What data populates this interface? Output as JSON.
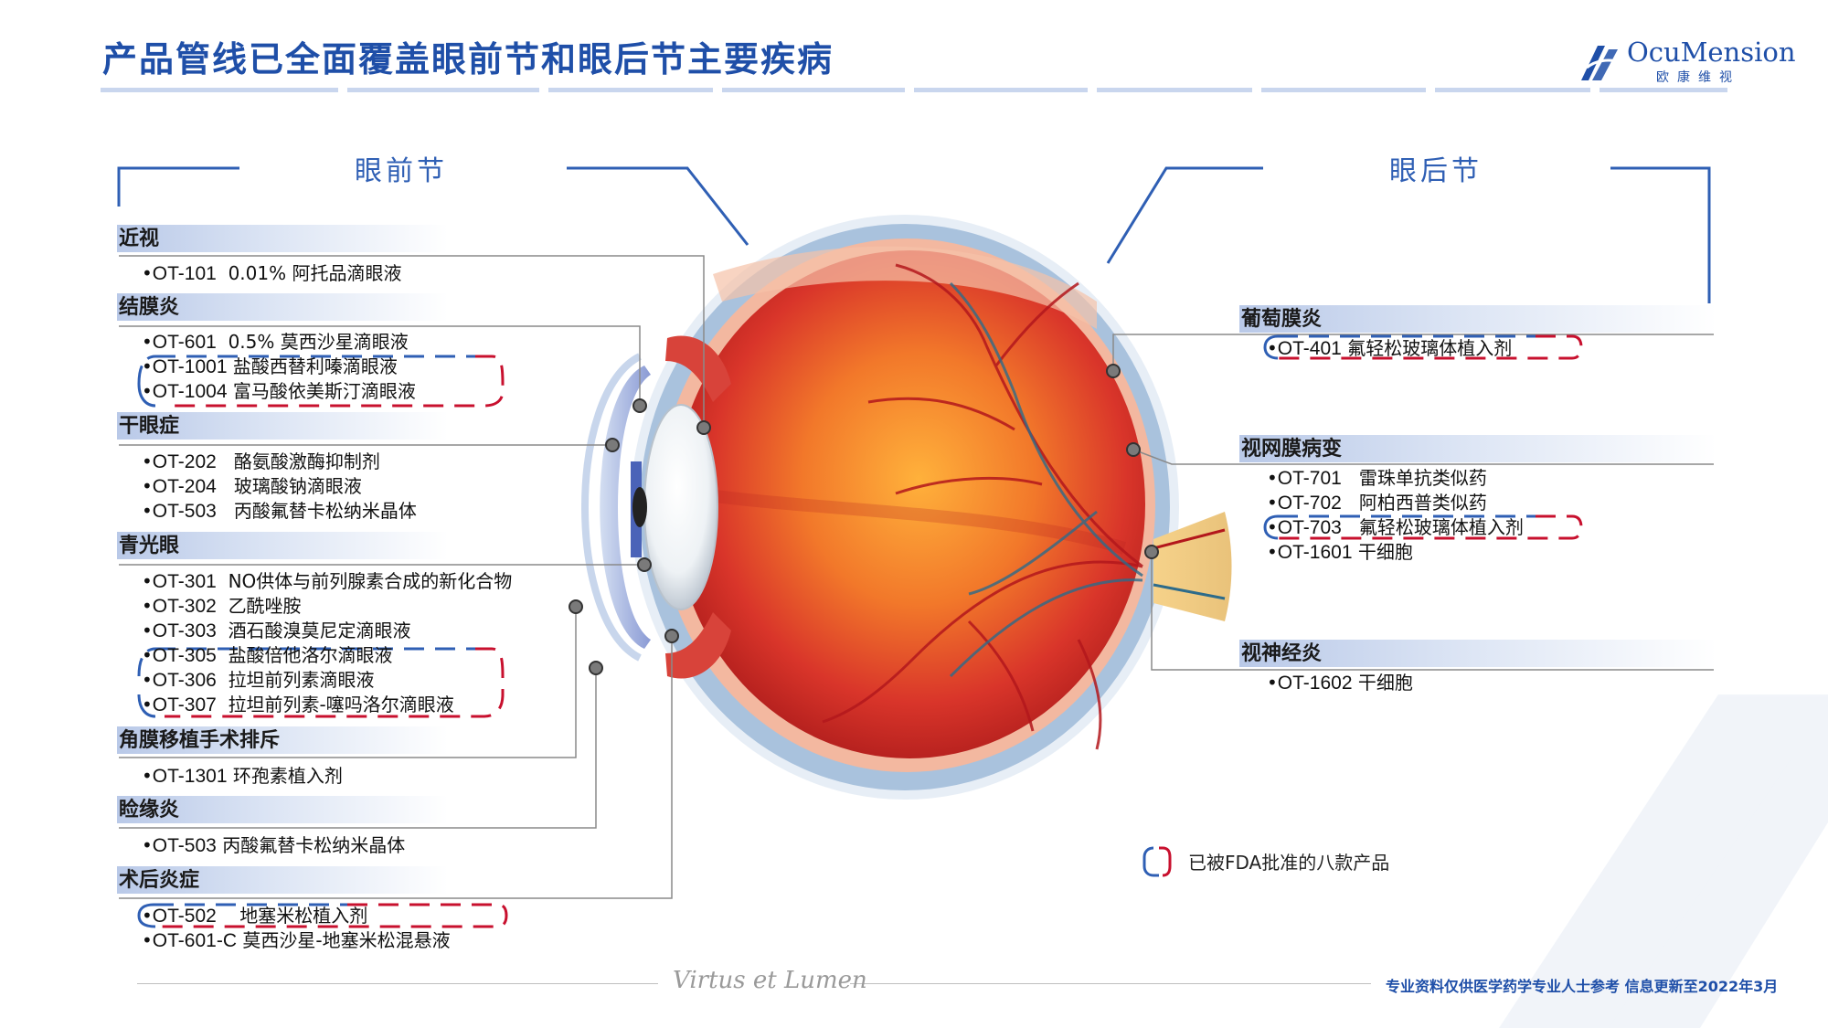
{
  "header": {
    "title": "产品管线已全面覆盖眼前节和眼后节主要疾病",
    "logo_text": "OcuMension",
    "logo_sub": "欧康维视"
  },
  "anterior": {
    "title": "眼前节",
    "groups": [
      {
        "disease": "近视",
        "items": [
          {
            "code": "OT-101",
            "desc": "0.01% 阿托品滴眼液"
          }
        ]
      },
      {
        "disease": "结膜炎",
        "items": [
          {
            "code": "OT-601",
            "desc": "0.5% 莫西沙星滴眼液"
          },
          {
            "code": "OT-1001",
            "desc": "盐酸西替利嗪滴眼液"
          },
          {
            "code": "OT-1004",
            "desc": "富马酸依美斯汀滴眼液"
          }
        ]
      },
      {
        "disease": "干眼症",
        "items": [
          {
            "code": "OT-202",
            "desc": "酪氨酸激酶抑制剂"
          },
          {
            "code": "OT-204",
            "desc": "玻璃酸钠滴眼液"
          },
          {
            "code": "OT-503",
            "desc": "丙酸氟替卡松纳米晶体"
          }
        ]
      },
      {
        "disease": "青光眼",
        "items": [
          {
            "code": "OT-301",
            "desc": "NO供体与前列腺素合成的新化合物"
          },
          {
            "code": "OT-302",
            "desc": "乙酰唑胺"
          },
          {
            "code": "OT-303",
            "desc": "酒石酸溴莫尼定滴眼液"
          },
          {
            "code": "OT-305",
            "desc": "盐酸倍他洛尔滴眼液"
          },
          {
            "code": "OT-306",
            "desc": "拉坦前列素滴眼液"
          },
          {
            "code": "OT-307",
            "desc": "拉坦前列素-噻吗洛尔滴眼液"
          }
        ]
      },
      {
        "disease": "角膜移植手术排斥",
        "items": [
          {
            "code": "OT-1301",
            "desc": "环孢素植入剂"
          }
        ]
      },
      {
        "disease": "睑缘炎",
        "items": [
          {
            "code": "OT-503",
            "desc": "丙酸氟替卡松纳米晶体"
          }
        ]
      },
      {
        "disease": "术后炎症",
        "items": [
          {
            "code": "OT-502",
            "desc": "地塞米松植入剂"
          },
          {
            "code": "OT-601-C",
            "desc": "莫西沙星-地塞米松混悬液"
          }
        ]
      }
    ]
  },
  "posterior": {
    "title": "眼后节",
    "groups": [
      {
        "disease": "葡萄膜炎",
        "items": [
          {
            "code": "OT-401",
            "desc": "氟轻松玻璃体植入剂"
          }
        ]
      },
      {
        "disease": "视网膜病变",
        "items": [
          {
            "code": "OT-701",
            "desc": "雷珠单抗类似药"
          },
          {
            "code": "OT-702",
            "desc": "阿柏西普类似药"
          },
          {
            "code": "OT-703",
            "desc": "氟轻松玻璃体植入剂"
          },
          {
            "code": "OT-1601",
            "desc": "干细胞"
          }
        ]
      },
      {
        "disease": "视神经炎",
        "items": [
          {
            "code": "OT-1602",
            "desc": "干细胞"
          }
        ]
      }
    ]
  },
  "legend": {
    "text": "已被FDA批准的八款产品"
  },
  "footer": {
    "motto": "Virtus et Lumen",
    "note": "专业资料仅供医学药学专业人士参考 信息更新至2022年3月"
  },
  "colors": {
    "brand_blue": "#1f4fa8",
    "fda_blue": "#2f5fb4",
    "fda_red": "#c8102e"
  }
}
